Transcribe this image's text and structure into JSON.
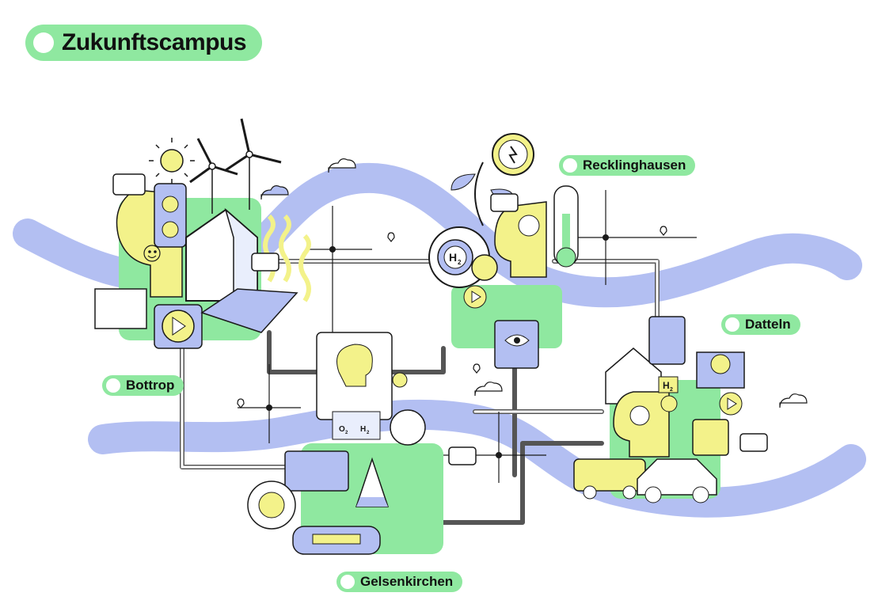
{
  "title": "Zukunftscampus",
  "locations": {
    "recklinghausen": "Recklinghausen",
    "datteln": "Datteln",
    "bottrop": "Bottrop",
    "gelsenkirchen": "Gelsenkirchen"
  },
  "colors": {
    "accent_green": "#8fe8a0",
    "wave_blue": "#b3bff2",
    "highlight_yellow": "#f3f28a",
    "line_dark": "#1a1a1a"
  },
  "labels": {
    "h2": "H",
    "h2_sub": "2",
    "o2": "O",
    "o2_sub": "2"
  }
}
